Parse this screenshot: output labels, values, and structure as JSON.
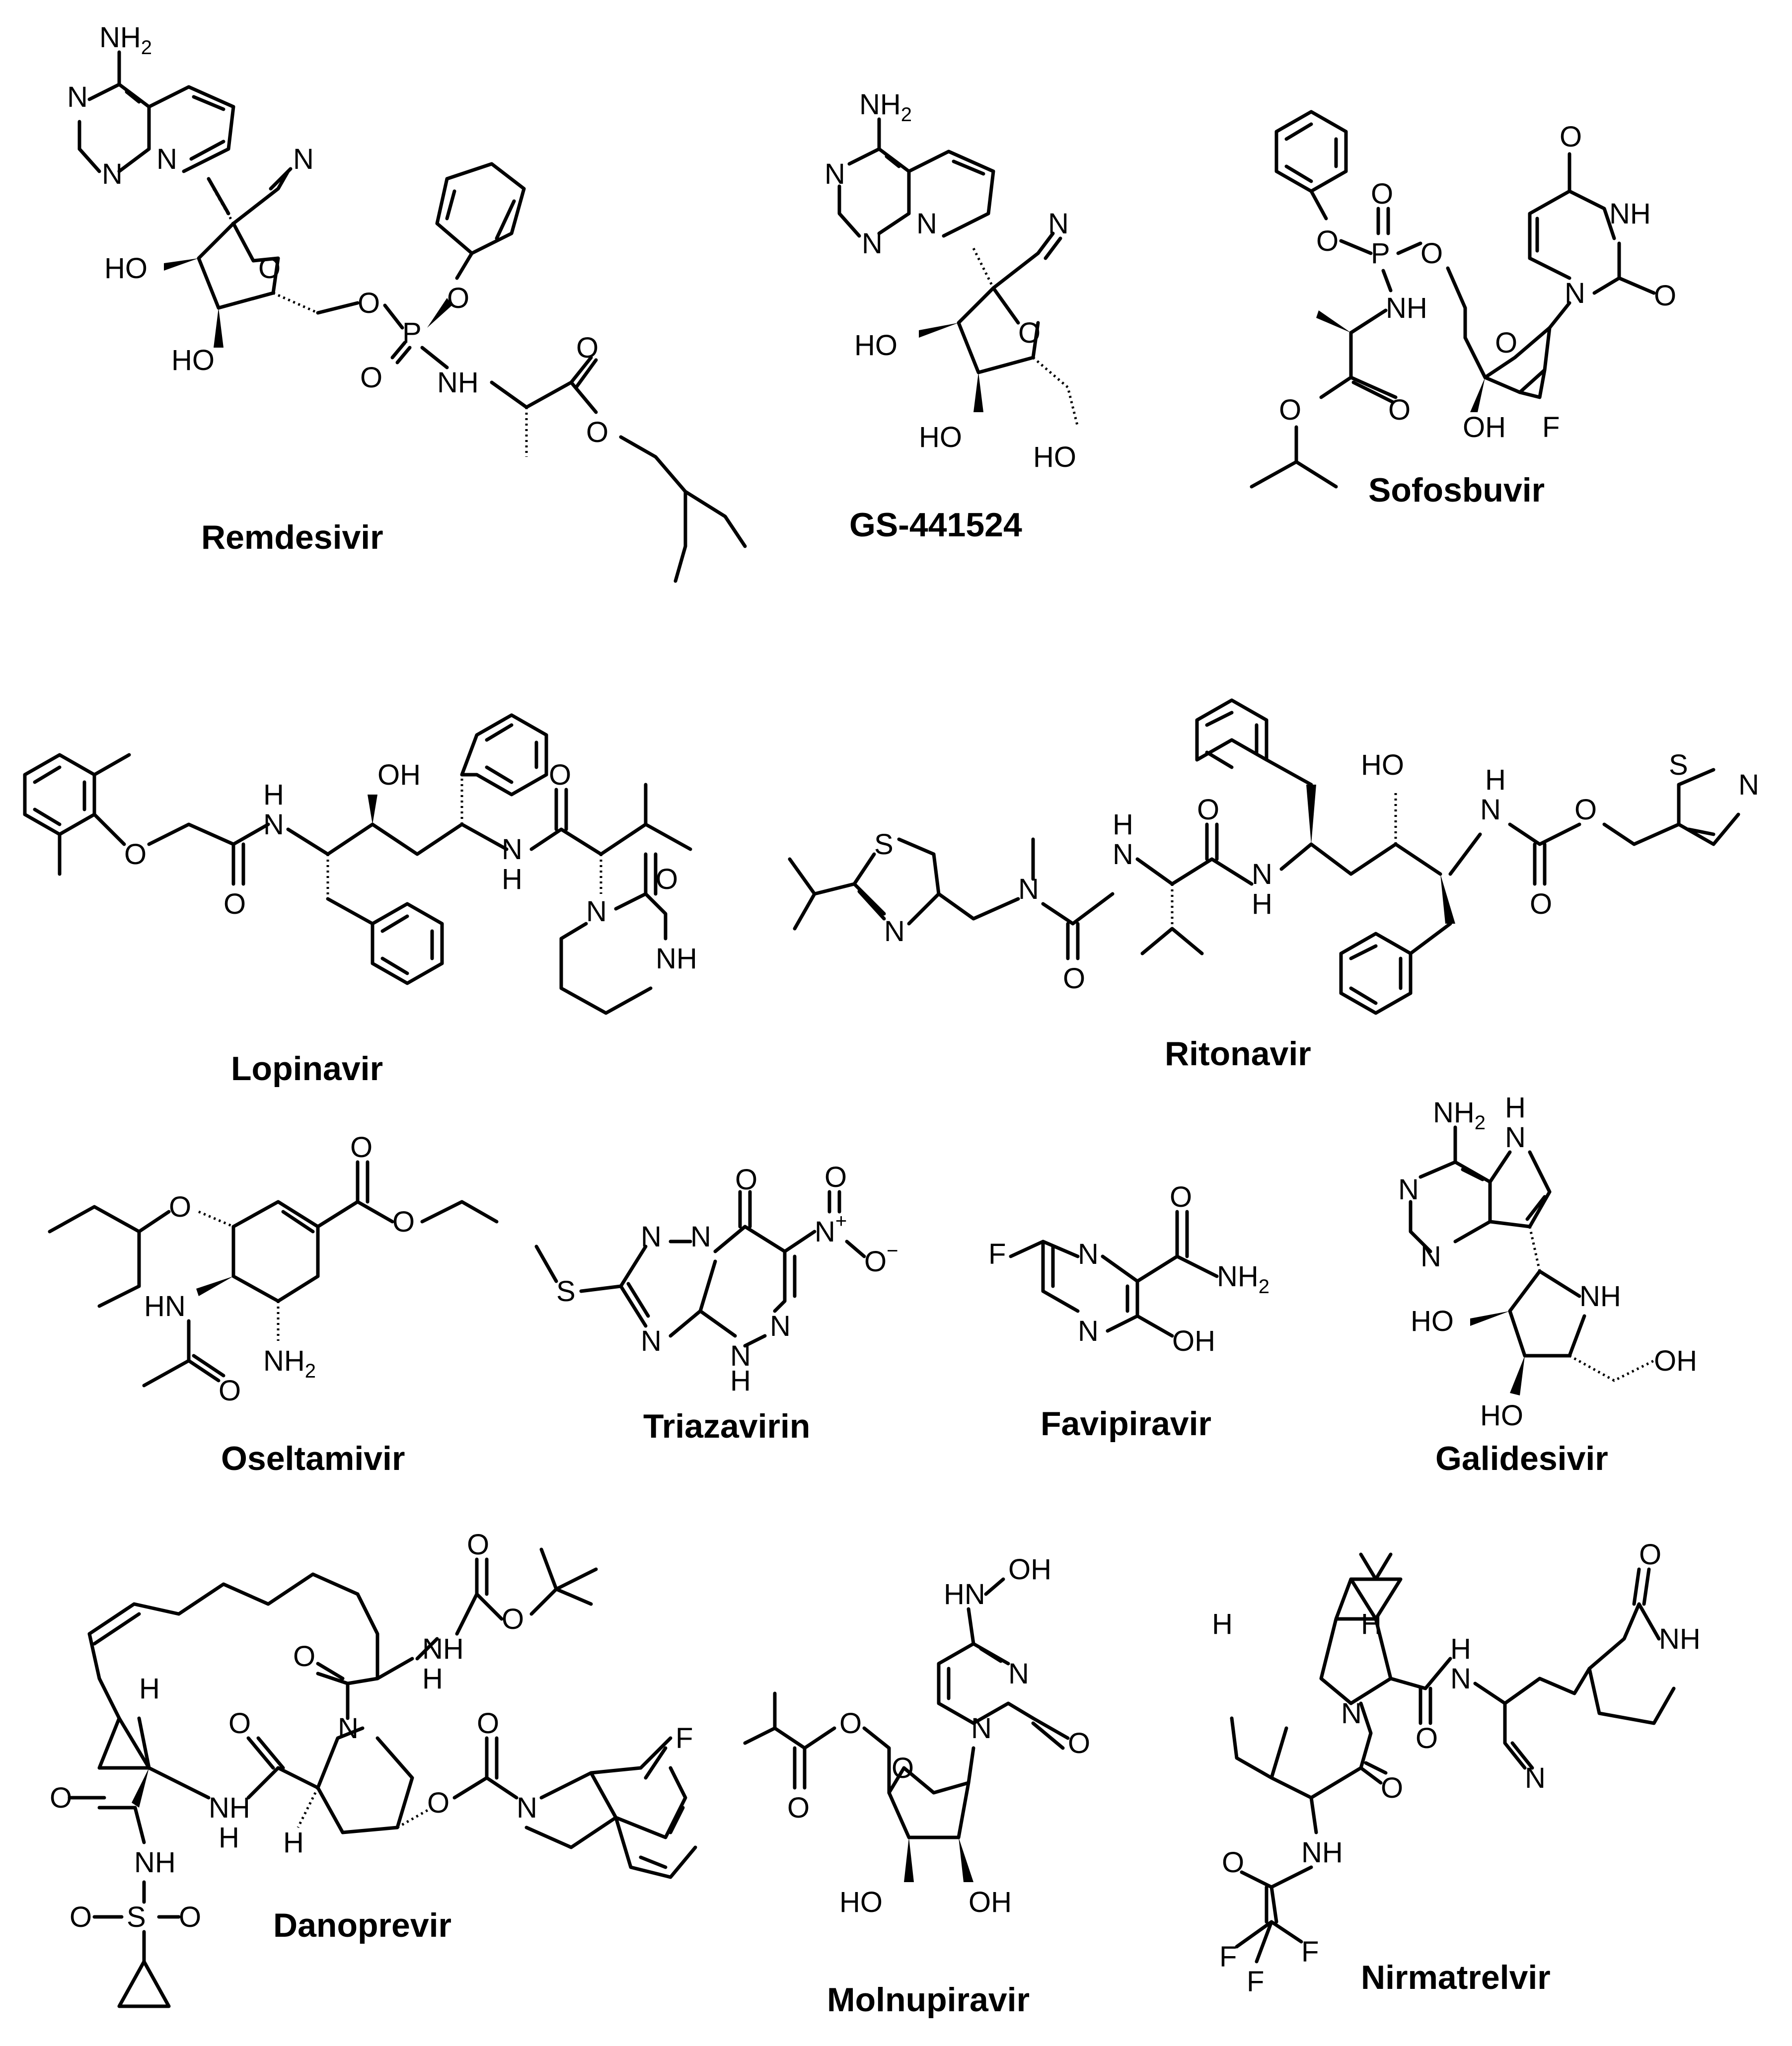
{
  "figure": {
    "compounds": [
      {
        "id": "remdesivir",
        "name": "Remdesivir"
      },
      {
        "id": "gs441524",
        "name": "GS-441524"
      },
      {
        "id": "sofosbuvir",
        "name": "Sofosbuvir"
      },
      {
        "id": "lopinavir",
        "name": "Lopinavir"
      },
      {
        "id": "ritonavir",
        "name": "Ritonavir"
      },
      {
        "id": "oseltamivir",
        "name": "Oseltamivir"
      },
      {
        "id": "triazavirin",
        "name": "Triazavirin"
      },
      {
        "id": "favipiravir",
        "name": "Favipiravir"
      },
      {
        "id": "galidesivir",
        "name": "Galidesivir"
      },
      {
        "id": "danoprevir",
        "name": "Danoprevir"
      },
      {
        "id": "molnupiravir",
        "name": "Molnupiravir"
      },
      {
        "id": "nirmatrelvir",
        "name": "Nirmatrelvir"
      }
    ]
  },
  "labels": {
    "NH2": "NH",
    "sub2": "2",
    "N": "N",
    "O": "O",
    "OH": "OH",
    "HO": "HO",
    "NH": "NH",
    "H": "H",
    "P": "P",
    "F": "F",
    "S": "S",
    "Nplus": "N",
    "plus": "+",
    "minus": "−",
    "O_minus": "O",
    "HN": "HN",
    "HNOH": "HN–OH",
    "CN": "N"
  },
  "colors": {
    "ink": "#000000",
    "background": "#ffffff"
  }
}
